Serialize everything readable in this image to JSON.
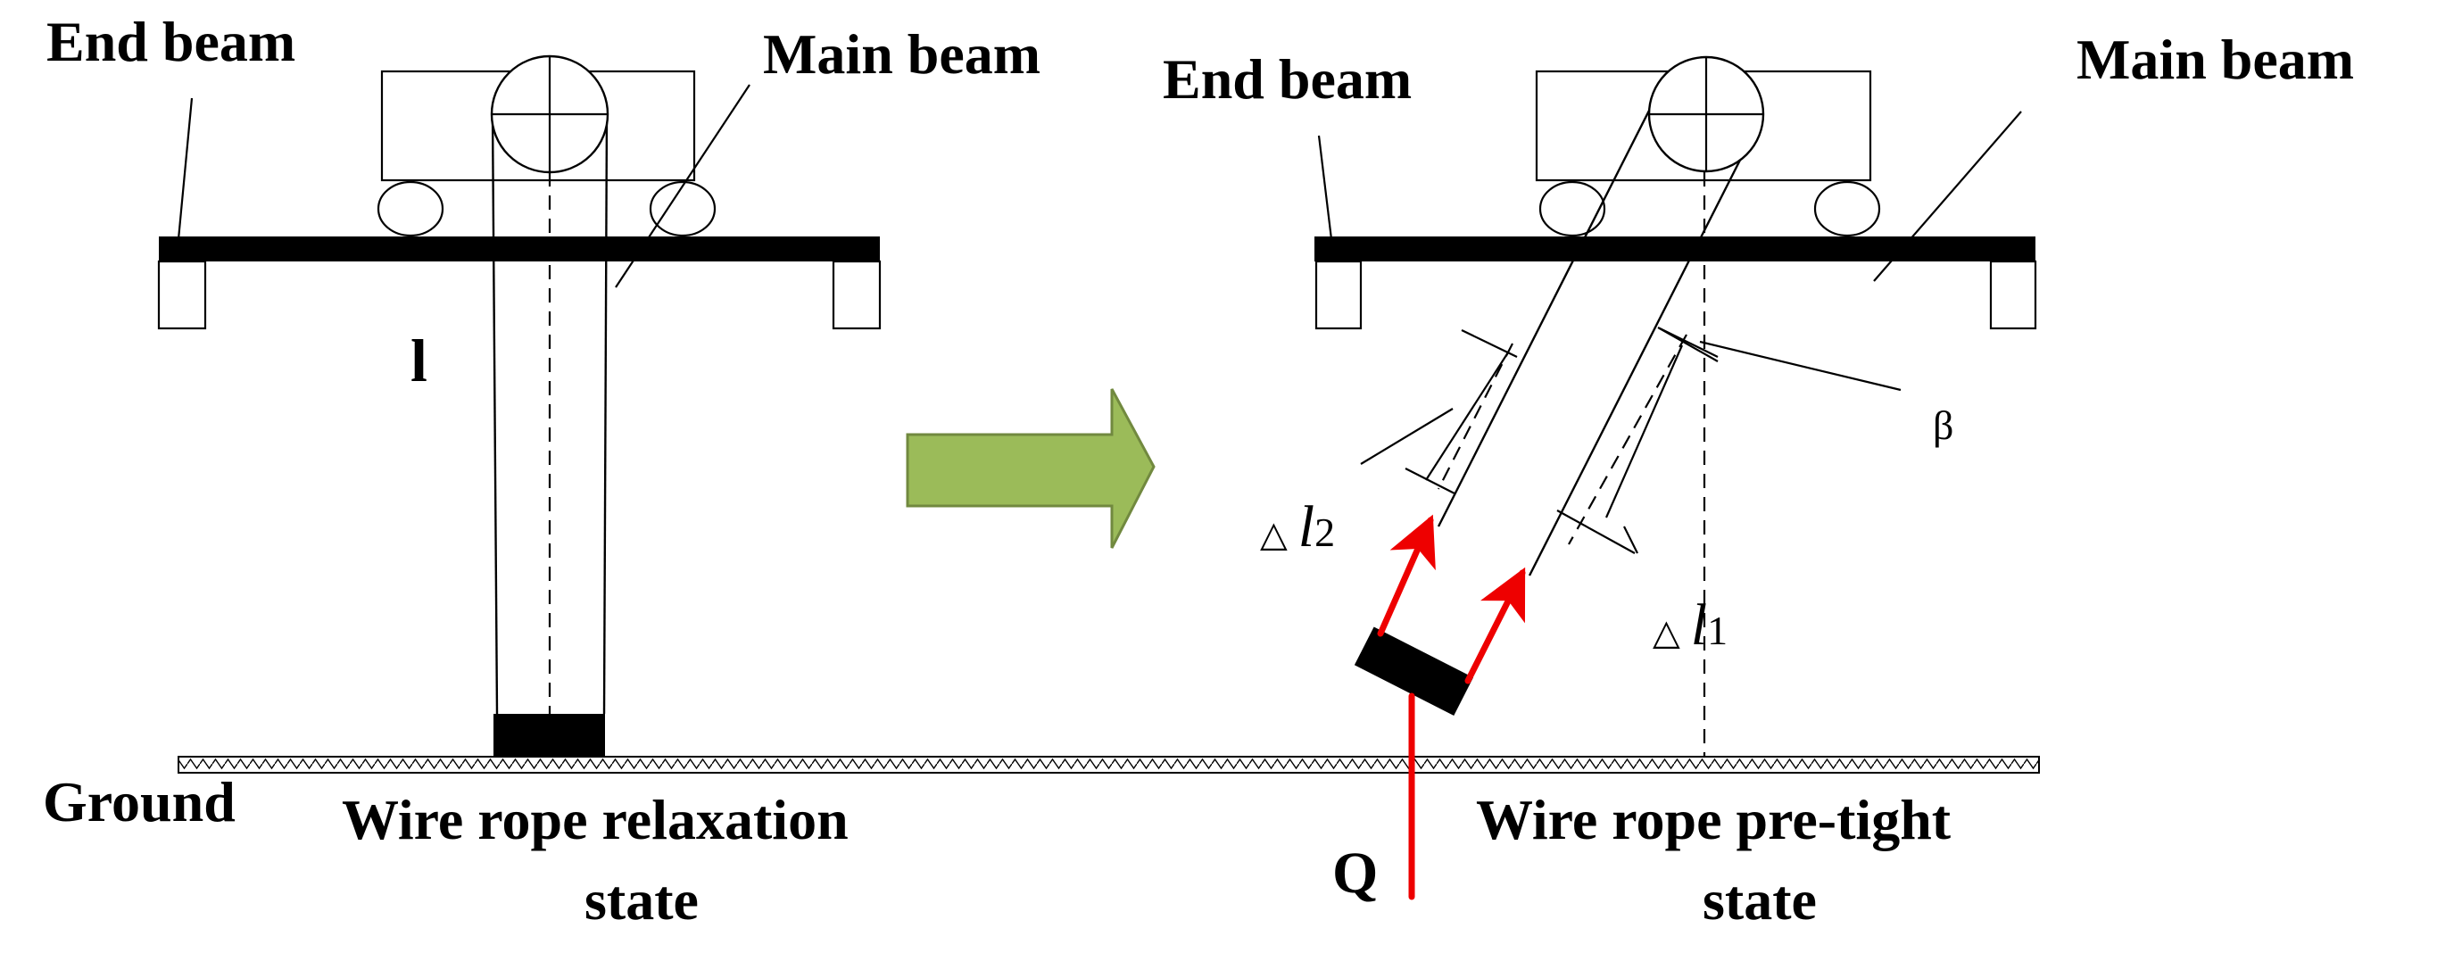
{
  "left_panel": {
    "end_beam_label": "End beam",
    "main_beam_label": "Main beam",
    "length_label": "l",
    "ground_label": "Ground",
    "state_label_line1": "Wire rope relaxation",
    "state_label_line2": "state"
  },
  "right_panel": {
    "end_beam_label": "End beam",
    "main_beam_label": "Main beam",
    "beta_label": "β",
    "delta_l2_symbol": "△",
    "delta_l2_var": "l",
    "delta_l2_sub": "2",
    "delta_l1_symbol": "△",
    "delta_l1_var": "l",
    "delta_l1_sub": "1",
    "q_label": "Q",
    "state_label_line1": "Wire rope pre-tight",
    "state_label_line2": "state"
  },
  "colors": {
    "arrow_fill": "#9bbb59",
    "arrow_stroke": "#71893f",
    "force_arrow": "#ee0000"
  }
}
